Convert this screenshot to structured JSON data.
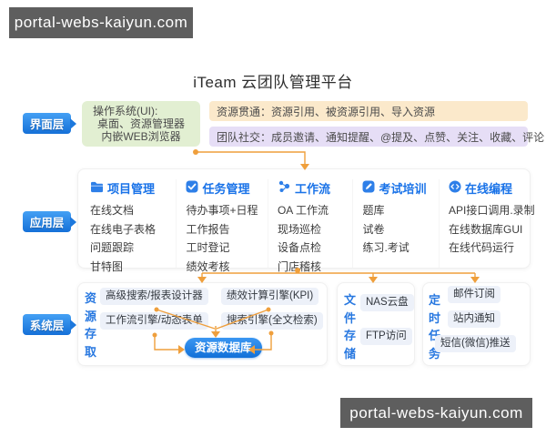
{
  "watermark": {
    "text": "portal-webs-kaiyun.com"
  },
  "title": "iTeam 云团队管理平台",
  "layer_tags": {
    "interface": "界面层",
    "application": "应用层",
    "system": "系统层"
  },
  "interface_row": {
    "os_box": {
      "line1": "操作系统(UI):",
      "line2": "桌面、资源管理器",
      "line3": "内嵌WEB浏览器"
    },
    "resource_bar": "资源贯通：资源引用、被资源引用、导入资源",
    "social_bar": "团队社交：成员邀请、通知提醒、@提及、点赞、关注、收藏、评论"
  },
  "app_row": {
    "columns": [
      {
        "icon": "folder-icon",
        "title": "项目管理",
        "items": [
          "在线文档",
          "在线电子表格",
          "问题跟踪",
          "甘特图"
        ]
      },
      {
        "icon": "check-icon",
        "title": "任务管理",
        "items": [
          "待办事项+日程",
          "工作报告",
          "工时登记",
          "绩效考核"
        ]
      },
      {
        "icon": "workflow-icon",
        "title": "工作流",
        "items": [
          "OA 工作流",
          "现场巡检",
          "设备点检",
          "门店稽核"
        ]
      },
      {
        "icon": "exam-icon",
        "title": "考试培训",
        "items": [
          "题库",
          "试卷",
          "练习.考试"
        ]
      },
      {
        "icon": "code-icon",
        "title": "在线编程",
        "items": [
          "API接口调用.录制",
          "在线数据库GUI",
          "在线代码运行"
        ]
      }
    ]
  },
  "system_row": {
    "resource_access": {
      "label": "资源存取",
      "pill_tl": "高级搜索/报表设计器",
      "pill_tr": "绩效计算引擎(KPI)",
      "pill_bl": "工作流引擎/动态表单",
      "pill_br": "搜索引擎(全文检索)",
      "db_button": "资源数据库"
    },
    "file_storage": {
      "label": "文件存储",
      "pill_1": "NAS云盘",
      "pill_2": "FTP访问"
    },
    "scheduled_tasks": {
      "label": "定时任务",
      "pill_1": "邮件订阅",
      "pill_2": "站内通知",
      "pill_3": "短信(微信)推送"
    }
  },
  "colors": {
    "accent_blue": "#1a73e8",
    "tag_blue": "#1570d8",
    "connector_orange": "#ef9f3c",
    "os_box_green": "#e2efd2",
    "resource_bar_peach": "#fbe9cb",
    "social_bar_lavender": "#e6def6",
    "pill_gray_blue": "#edf1f9",
    "watermark_gray": "#5e5e5e"
  }
}
